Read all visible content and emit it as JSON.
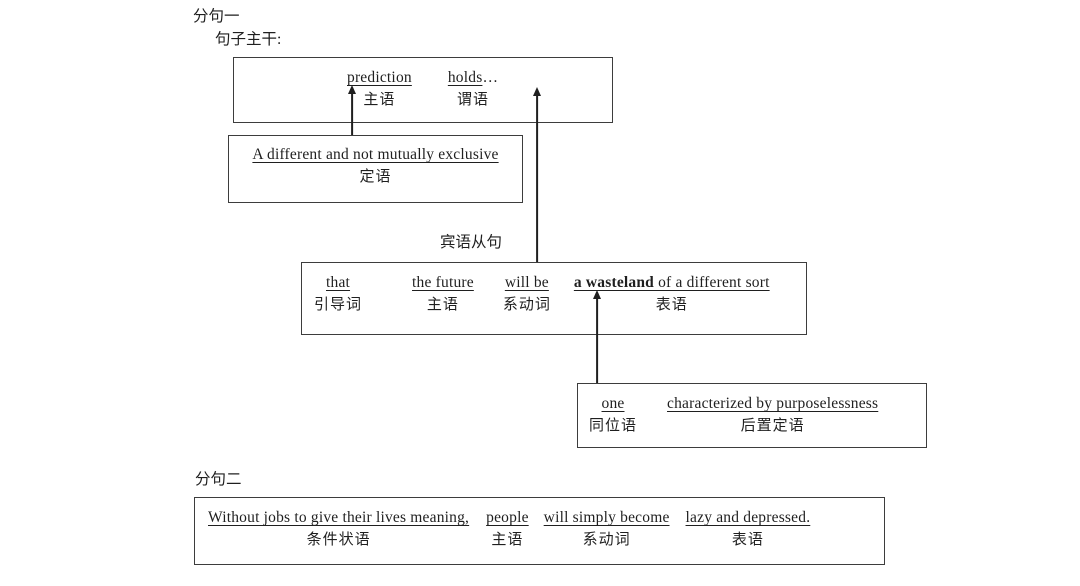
{
  "colors": {
    "background": "#ffffff",
    "ink": "#1f1f1f",
    "border": "#3d3d3d"
  },
  "labels": {
    "clause1": "分句一",
    "sentence_trunk": "句子主干:",
    "object_clause": "宾语从句",
    "clause2": "分句二"
  },
  "boxes": {
    "main_clause": {
      "segments": [
        {
          "en": "prediction",
          "cn": "主语"
        },
        {
          "en": "holds",
          "suffix": "…",
          "cn": "谓语"
        }
      ]
    },
    "attributive": {
      "en": "A different and not mutually exclusive",
      "cn": "定语"
    },
    "object_clause": {
      "segments": [
        {
          "en": "that",
          "cn": "引导词"
        },
        {
          "en": "the future",
          "cn": "主语"
        },
        {
          "en": "will be",
          "cn": "系动词"
        },
        {
          "en_bold": "a wasteland",
          "en_rest": " of a different sort",
          "cn": "表语"
        }
      ]
    },
    "appositive": {
      "segments": [
        {
          "en": "one",
          "cn": "同位语"
        },
        {
          "en": "characterized by purposelessness",
          "cn": "后置定语"
        }
      ]
    },
    "clause2": {
      "segments": [
        {
          "en": "Without jobs to give their lives meaning,",
          "cn": "条件状语"
        },
        {
          "en": "people",
          "cn": "主语"
        },
        {
          "en": "will simply become",
          "cn": "系动词"
        },
        {
          "en": "lazy and depressed.",
          "cn": "表语"
        }
      ]
    }
  }
}
